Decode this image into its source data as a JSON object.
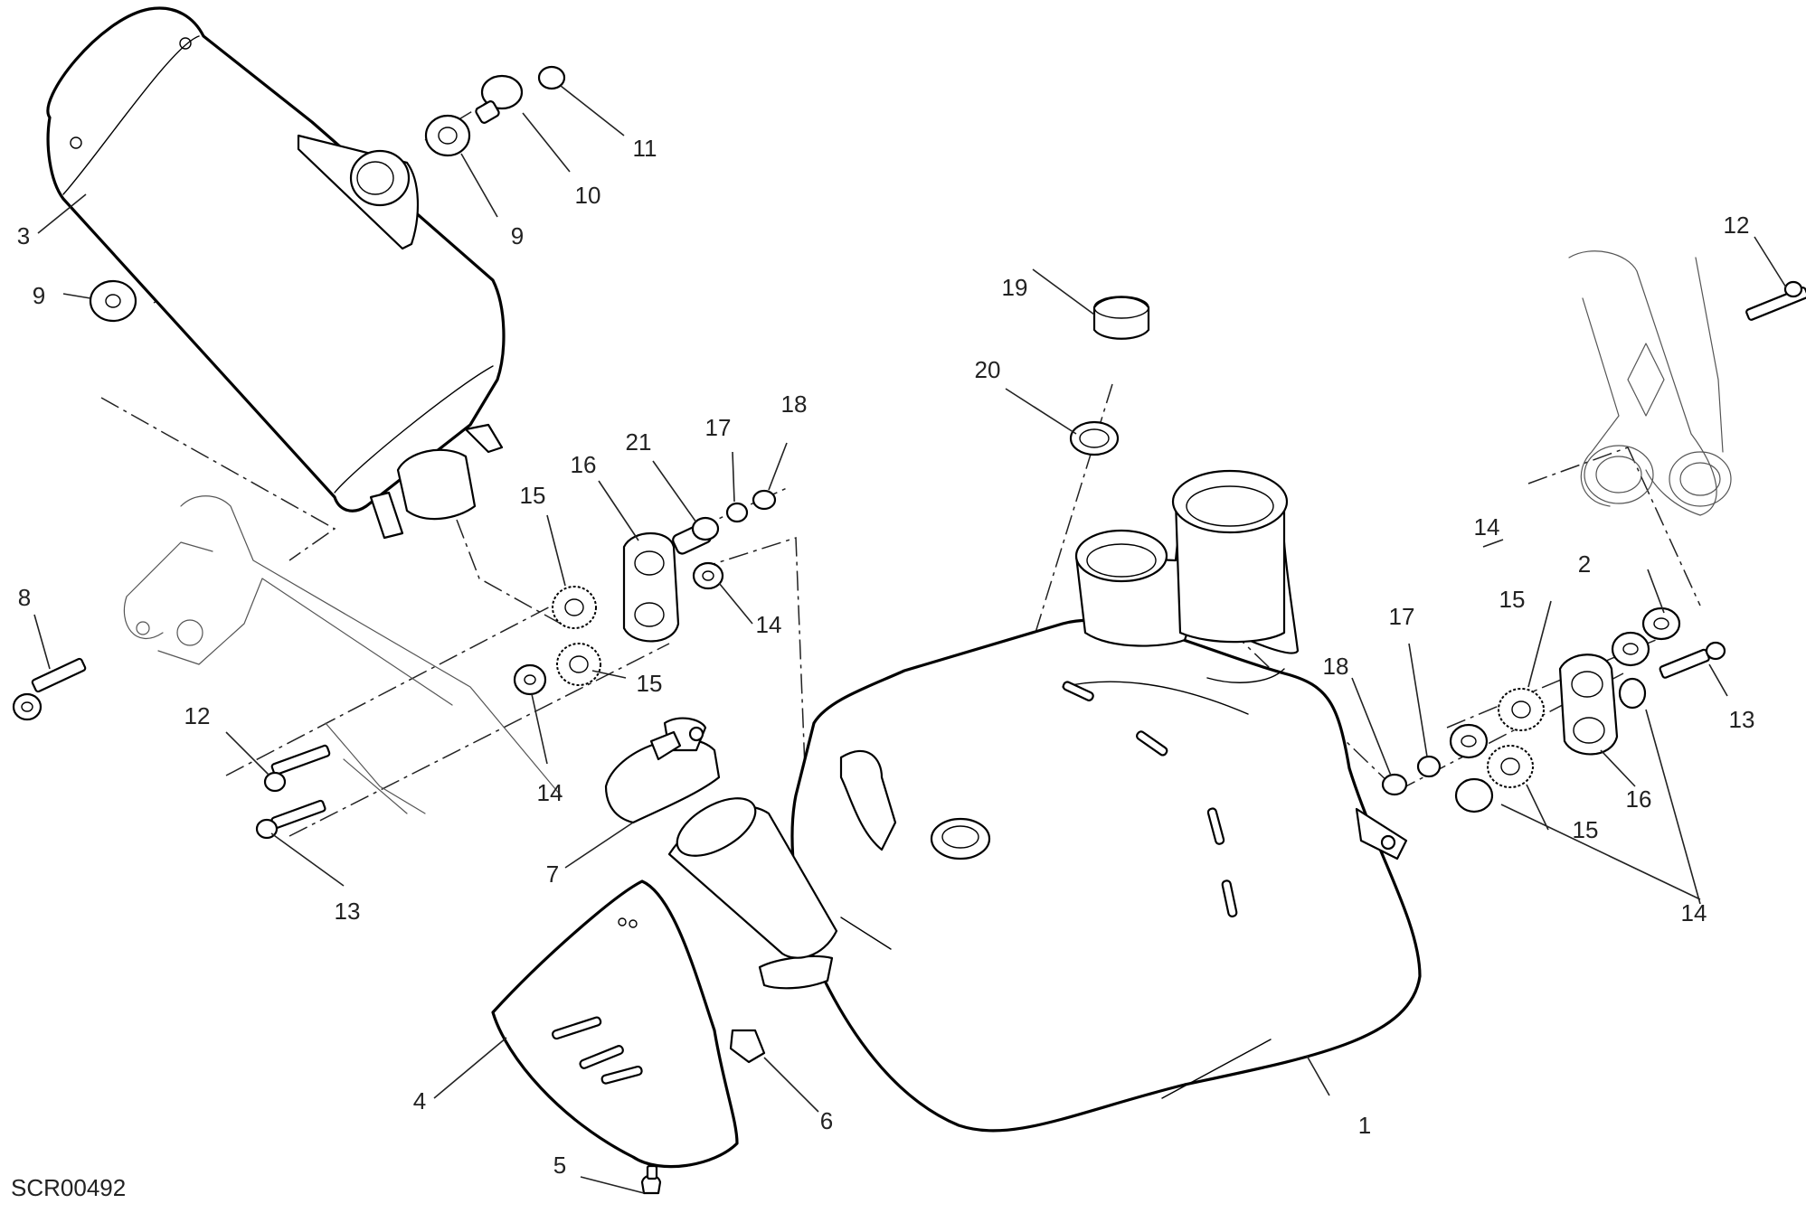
{
  "drawing_code": "SCR00492",
  "callouts": {
    "c1": "1",
    "c2": "2",
    "c3": "3",
    "c4": "4",
    "c5": "5",
    "c6": "6",
    "c7": "7",
    "c8": "8",
    "c9a": "9",
    "c9b": "9",
    "c10": "10",
    "c11": "11",
    "c12a": "12",
    "c12b": "12",
    "c13a": "13",
    "c13b": "13",
    "c14a": "14",
    "c14b": "14",
    "c14c": "14",
    "c14d": "14",
    "c15a": "15",
    "c15b": "15",
    "c15c": "15",
    "c15d": "15",
    "c16a": "16",
    "c16b": "16",
    "c17a": "17",
    "c17b": "17",
    "c18a": "18",
    "c18b": "18",
    "c19": "19",
    "c20": "20",
    "c21": "21"
  }
}
